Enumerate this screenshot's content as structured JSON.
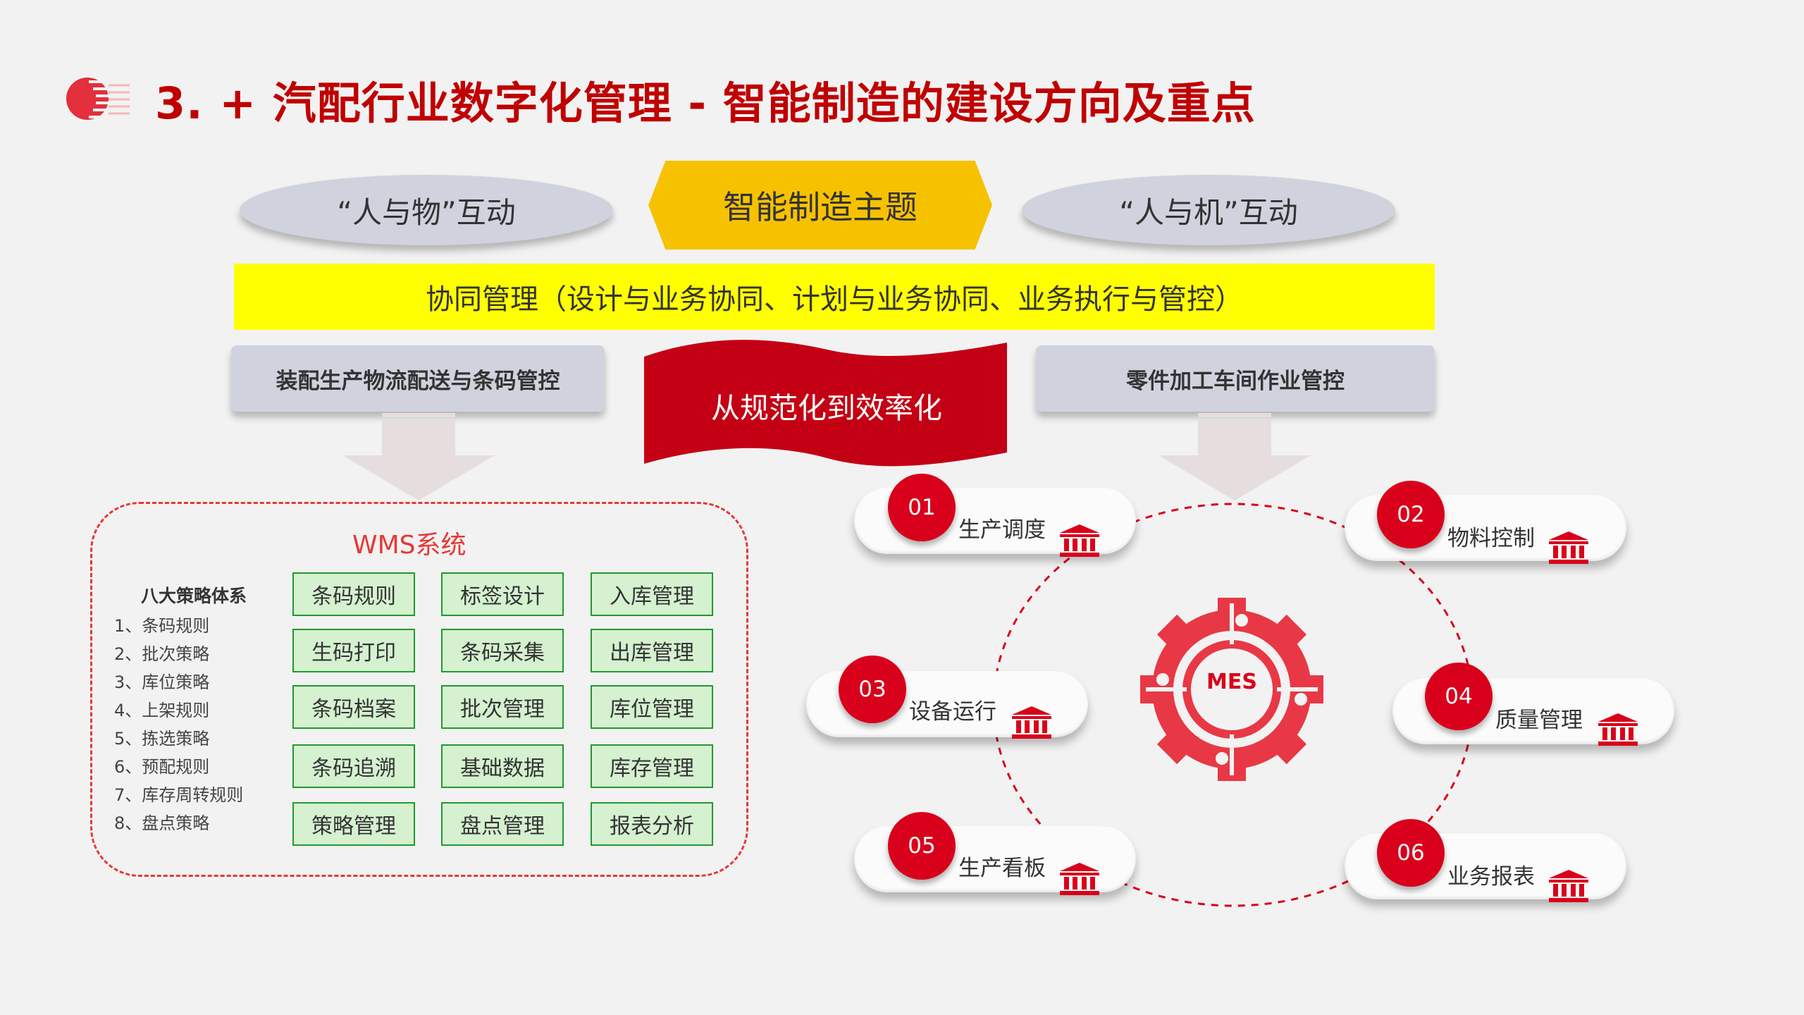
{
  "title": "3.   + 汽配行业数字化管理 - 智能制造的建设方向及重点",
  "colors": {
    "accent": "#d9001b",
    "yellow": "#ffff00",
    "gold": "#f6c200",
    "grey": "#d0d3de",
    "green": "#1f9a2d"
  },
  "top": {
    "left_oval": "“人与物”互动",
    "theme": "智能制造主题",
    "right_oval": "“人与机”互动",
    "collab_bar": "协同管理（设计与业务协同、计划与业务协同、业务执行与管控）",
    "left_box": "装配生产物流配送与条码管控",
    "banner": "从规范化到效率化",
    "right_box": "零件加工车间作业管控"
  },
  "wms": {
    "title": "WMS系统",
    "strategy_title": "八大策略体系",
    "strategies": [
      "1、条码规则",
      "2、批次策略",
      "3、库位策略",
      "4、上架规则",
      "5、拣选策略",
      "6、预配规则",
      "7、库存周转规则",
      "8、盘点策略"
    ],
    "modules": [
      [
        "条码规则",
        "标签设计",
        "入库管理"
      ],
      [
        "生码打印",
        "条码采集",
        "出库管理"
      ],
      [
        "条码档案",
        "批次管理",
        "库位管理"
      ],
      [
        "条码追溯",
        "基础数据",
        "库存管理"
      ],
      [
        "策略管理",
        "盘点管理",
        "报表分析"
      ]
    ]
  },
  "mes": {
    "center": "MES",
    "items": [
      {
        "num": "01",
        "label": "生产调度"
      },
      {
        "num": "02",
        "label": "物料控制"
      },
      {
        "num": "03",
        "label": "设备运行"
      },
      {
        "num": "04",
        "label": "质量管理"
      },
      {
        "num": "05",
        "label": "生产看板"
      },
      {
        "num": "06",
        "label": "业务报表"
      }
    ],
    "icon": "institution-icon"
  }
}
